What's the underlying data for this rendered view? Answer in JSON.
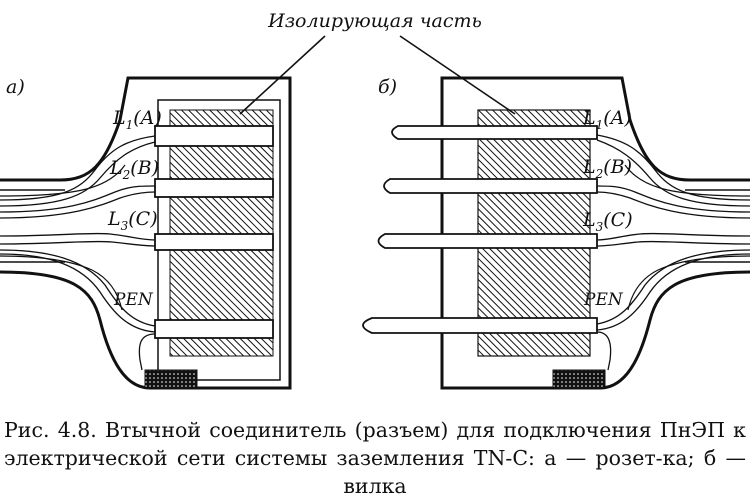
{
  "figure": {
    "top_label": "Изолирующая часть",
    "panel_a_label": "а)",
    "panel_b_label": "б)",
    "contacts": [
      {
        "main": "L",
        "sub": "1",
        "tail": "(A)"
      },
      {
        "main": "L",
        "sub": "2",
        "tail": "(B)"
      },
      {
        "main": "L",
        "sub": "3",
        "tail": "(C)"
      },
      {
        "main": "PEN",
        "sub": "",
        "tail": ""
      }
    ]
  },
  "caption": {
    "text": "Рис. 4.8. Втычной соединитель (разъем) для подключения ПнЭП к электрической сети системы заземления TN-C: а — розет-ка; б — вилка"
  }
}
